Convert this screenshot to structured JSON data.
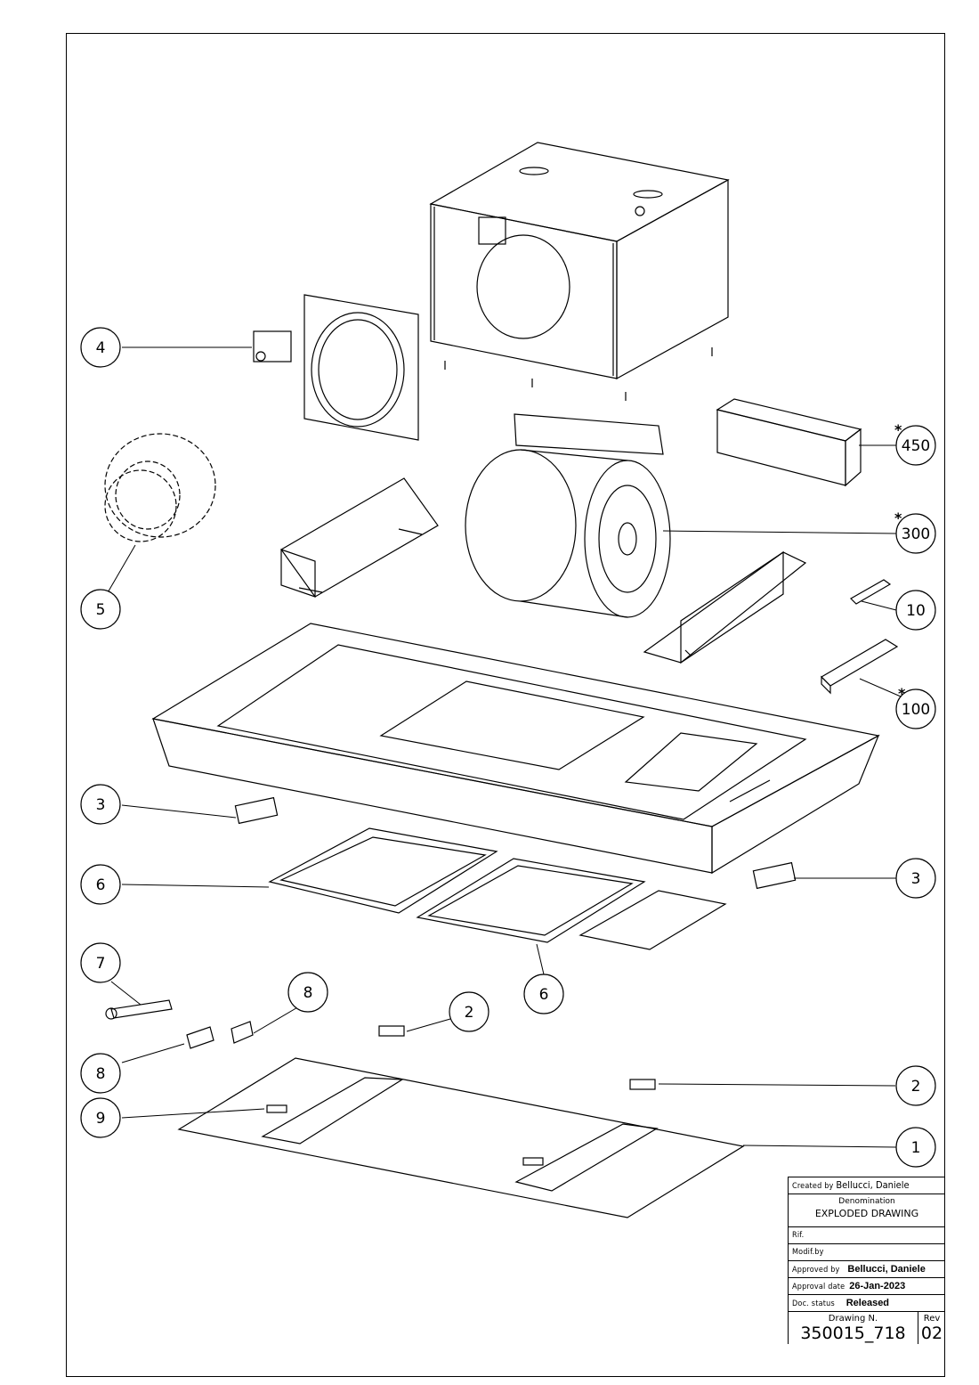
{
  "callouts": [
    {
      "id": "c4",
      "label": "4"
    },
    {
      "id": "c5",
      "label": "5"
    },
    {
      "id": "c450",
      "label": "450",
      "star": "*"
    },
    {
      "id": "c300",
      "label": "300",
      "star": "*"
    },
    {
      "id": "c10",
      "label": "10"
    },
    {
      "id": "c100",
      "label": "100",
      "star": "*"
    },
    {
      "id": "c3a",
      "label": "3"
    },
    {
      "id": "c3b",
      "label": "3"
    },
    {
      "id": "c6a",
      "label": "6"
    },
    {
      "id": "c6b",
      "label": "6"
    },
    {
      "id": "c7",
      "label": "7"
    },
    {
      "id": "c8a",
      "label": "8"
    },
    {
      "id": "c8b",
      "label": "8"
    },
    {
      "id": "c2a",
      "label": "2"
    },
    {
      "id": "c2b",
      "label": "2"
    },
    {
      "id": "c9",
      "label": "9"
    },
    {
      "id": "c1",
      "label": "1"
    }
  ],
  "title_block": {
    "created_label": "Created by",
    "created_value": "Bellucci, Daniele",
    "denomination_label": "Denomination",
    "denomination_value": "EXPLODED DRAWING",
    "rif_label": "Rif.",
    "modif_label": "Modif.by",
    "approved_label": "Approved by",
    "approved_value": "Bellucci, Daniele",
    "approval_date_label": "Approval date",
    "approval_date_value": "26-Jan-2023",
    "doc_status_label": "Doc. status",
    "doc_status_value": "Released",
    "drawing_label": "Drawing N.",
    "drawing_value": "350015_718",
    "rev_label": "Rev",
    "rev_value": "02"
  }
}
